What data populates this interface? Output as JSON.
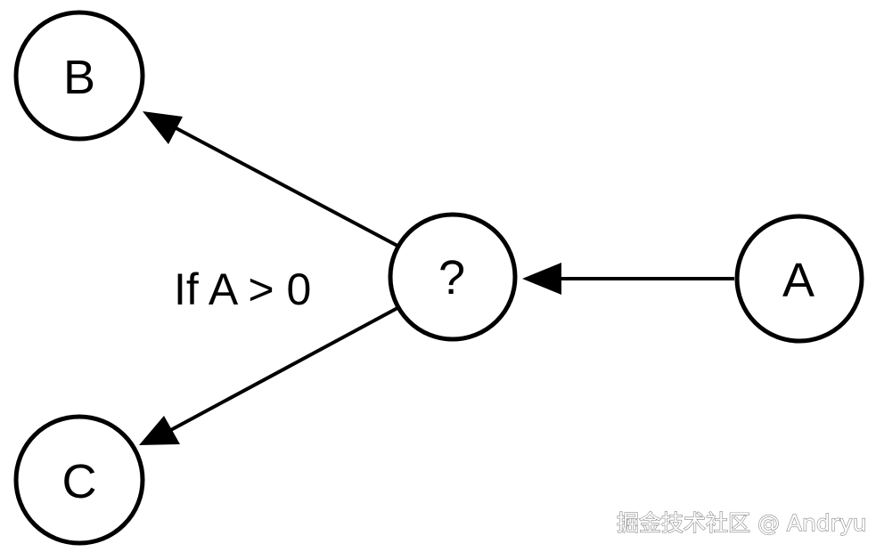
{
  "nodes": {
    "b": {
      "label": "B"
    },
    "c": {
      "label": "C"
    },
    "decision": {
      "label": "?"
    },
    "a": {
      "label": "A"
    }
  },
  "edges": [
    {
      "from": "a",
      "to": "decision"
    },
    {
      "from": "decision",
      "to": "b"
    },
    {
      "from": "decision",
      "to": "c"
    }
  ],
  "condition_label": "If A > 0",
  "watermark": "掘金技术社区 @ Andryu",
  "colors": {
    "stroke": "#000000",
    "fill": "#ffffff",
    "watermark_outline": "#8a8a8a"
  }
}
